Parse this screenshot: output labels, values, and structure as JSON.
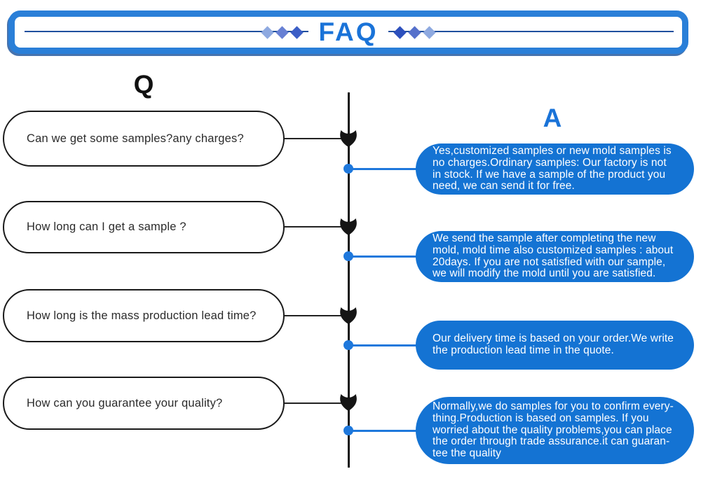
{
  "banner": {
    "title": "FAQ",
    "diamond_colors": [
      "#8ea9e0",
      "#6780d4",
      "#3c5ec6",
      "#2d50bd",
      "#5570cb",
      "#8ea9e0"
    ]
  },
  "columns": {
    "q_label": "Q",
    "a_label": "A"
  },
  "colors": {
    "frame_blue": "#2a7fd8",
    "title_blue": "#1a73d8",
    "line_navy": "#1f4f9e",
    "answer_bubble_blue": "#1473d3",
    "connector_blue": "#1e78dc"
  },
  "faq": {
    "items": [
      {
        "question": "Can we get some samples?any charges?",
        "answer_lines": [
          "Yes,customized samples or new mold samples is",
          "no charges.Ordinary samples: Our factory is not",
          "in stock. If we have a sample of the product you",
          "need, we can send it for free."
        ]
      },
      {
        "question": "How long can I get a sample ?",
        "answer_lines": [
          "We send the sample after completing the new",
          "mold, mold time also customized samples : about",
          "20days. If you are not satisfied with our sample,",
          "we will modify the mold until you are satisfied."
        ]
      },
      {
        "question": "How long is the mass production lead time?",
        "answer_lines": [
          "Our delivery time is based on your order.We write",
          "the production lead time in the quote."
        ]
      },
      {
        "question": "How can you guarantee your quality?",
        "answer_lines": [
          "Normally,we do samples for you to confirm every-",
          "thing.Production is based on samples. If you",
          "worried about the quality problems,you can place",
          "the order through trade assurance.it can guaran-",
          "tee the quality"
        ]
      }
    ]
  }
}
